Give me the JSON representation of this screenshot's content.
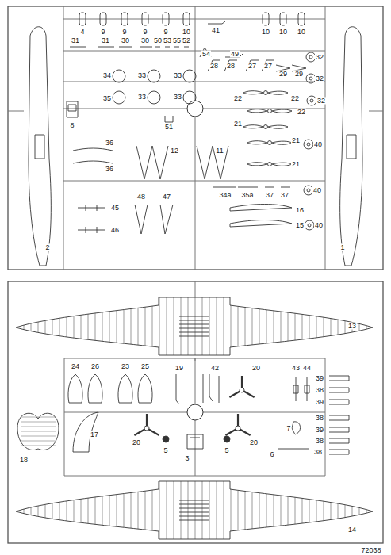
{
  "diagram": {
    "labels": [
      "4",
      "9",
      "9",
      "9",
      "9",
      "10",
      "41",
      "10",
      "10",
      "10",
      "32",
      "31",
      "31",
      "30",
      "30",
      "50",
      "53",
      "55",
      "52",
      "54",
      "49",
      "32",
      "28",
      "28",
      "27",
      "27",
      "29",
      "29",
      "32",
      "34",
      "33",
      "33",
      "35",
      "33",
      "33",
      "22",
      "22",
      "22",
      "8",
      "51",
      "21",
      "21",
      "40",
      "36",
      "12",
      "11",
      "21",
      "36",
      "48",
      "47",
      "34a",
      "35a",
      "37",
      "37",
      "40",
      "45",
      "16",
      "15",
      "40",
      "46",
      "2",
      "1",
      "13",
      "24",
      "26",
      "23",
      "25",
      "19",
      "42",
      "20",
      "43",
      "44",
      "39",
      "38",
      "39",
      "7",
      "38",
      "39",
      "38",
      "17",
      "18",
      "20",
      "20",
      "5",
      "3",
      "5",
      "6",
      "38",
      "14",
      "72038"
    ]
  }
}
